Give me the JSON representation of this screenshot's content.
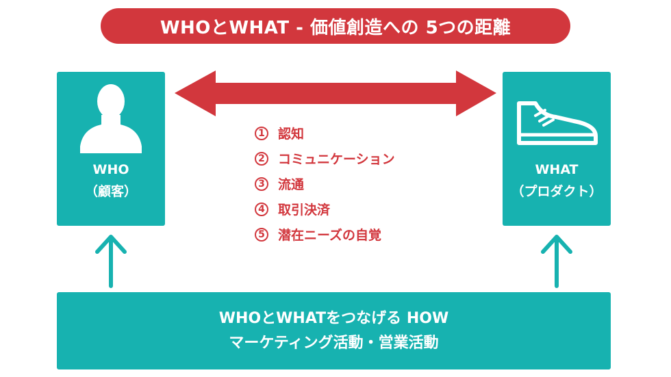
{
  "title": "WHOとWHAT - 価値創造への 5つの距離",
  "who": {
    "label_line1": "WHO",
    "label_line2": "（顧客）",
    "icon": "person-icon"
  },
  "what": {
    "label_line1": "WHAT",
    "label_line2": "（プロダクト）",
    "icon": "sneaker-icon"
  },
  "distances": [
    {
      "number": "1",
      "label": "認知"
    },
    {
      "number": "2",
      "label": "コミュニケーション"
    },
    {
      "number": "3",
      "label": "流通"
    },
    {
      "number": "4",
      "label": "取引決済"
    },
    {
      "number": "5",
      "label": "潜在ニーズの自覚"
    }
  ],
  "how": {
    "line1": "WHOとWHATをつなげる HOW",
    "line2": "マーケティング活動・営業活動"
  },
  "colors": {
    "red": "#d2373d",
    "teal": "#17b2b0"
  }
}
